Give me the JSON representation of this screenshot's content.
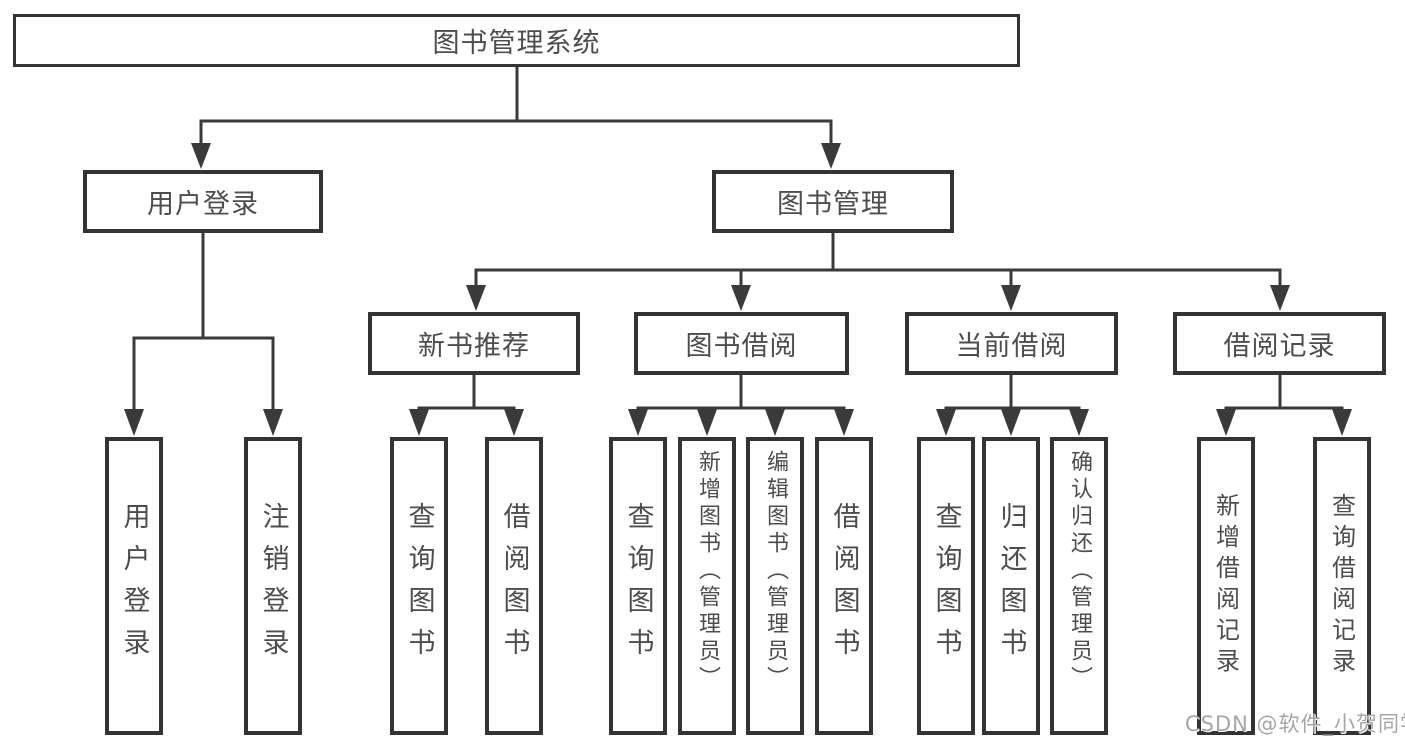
{
  "diagram": {
    "root": {
      "label": "图书管理系统"
    },
    "branches": [
      {
        "label": "用户登录",
        "children": [
          {
            "label": "用户登录"
          },
          {
            "label": "注销登录"
          }
        ]
      },
      {
        "label": "图书管理",
        "sections": [
          {
            "label": "新书推荐",
            "children": [
              {
                "label": "查询图书"
              },
              {
                "label": "借阅图书"
              }
            ]
          },
          {
            "label": "图书借阅",
            "children": [
              {
                "label": "查询图书"
              },
              {
                "label": "新增图书（管理员）"
              },
              {
                "label": "编辑图书（管理员）"
              },
              {
                "label": "借阅图书"
              }
            ]
          },
          {
            "label": "当前借阅",
            "children": [
              {
                "label": "查询图书"
              },
              {
                "label": "归还图书"
              },
              {
                "label": "确认归还（管理员）"
              }
            ]
          },
          {
            "label": "借阅记录",
            "children": [
              {
                "label": "新增借阅记录"
              },
              {
                "label": "查询借阅记录"
              }
            ]
          }
        ]
      }
    ]
  },
  "watermark": "CSDN @软件_小贺同学",
  "colors": {
    "line": "#3a3a3a",
    "border": "#333333",
    "text": "#4d4d4d",
    "watermark": "#a6a6a6",
    "background": "#ffffff"
  }
}
